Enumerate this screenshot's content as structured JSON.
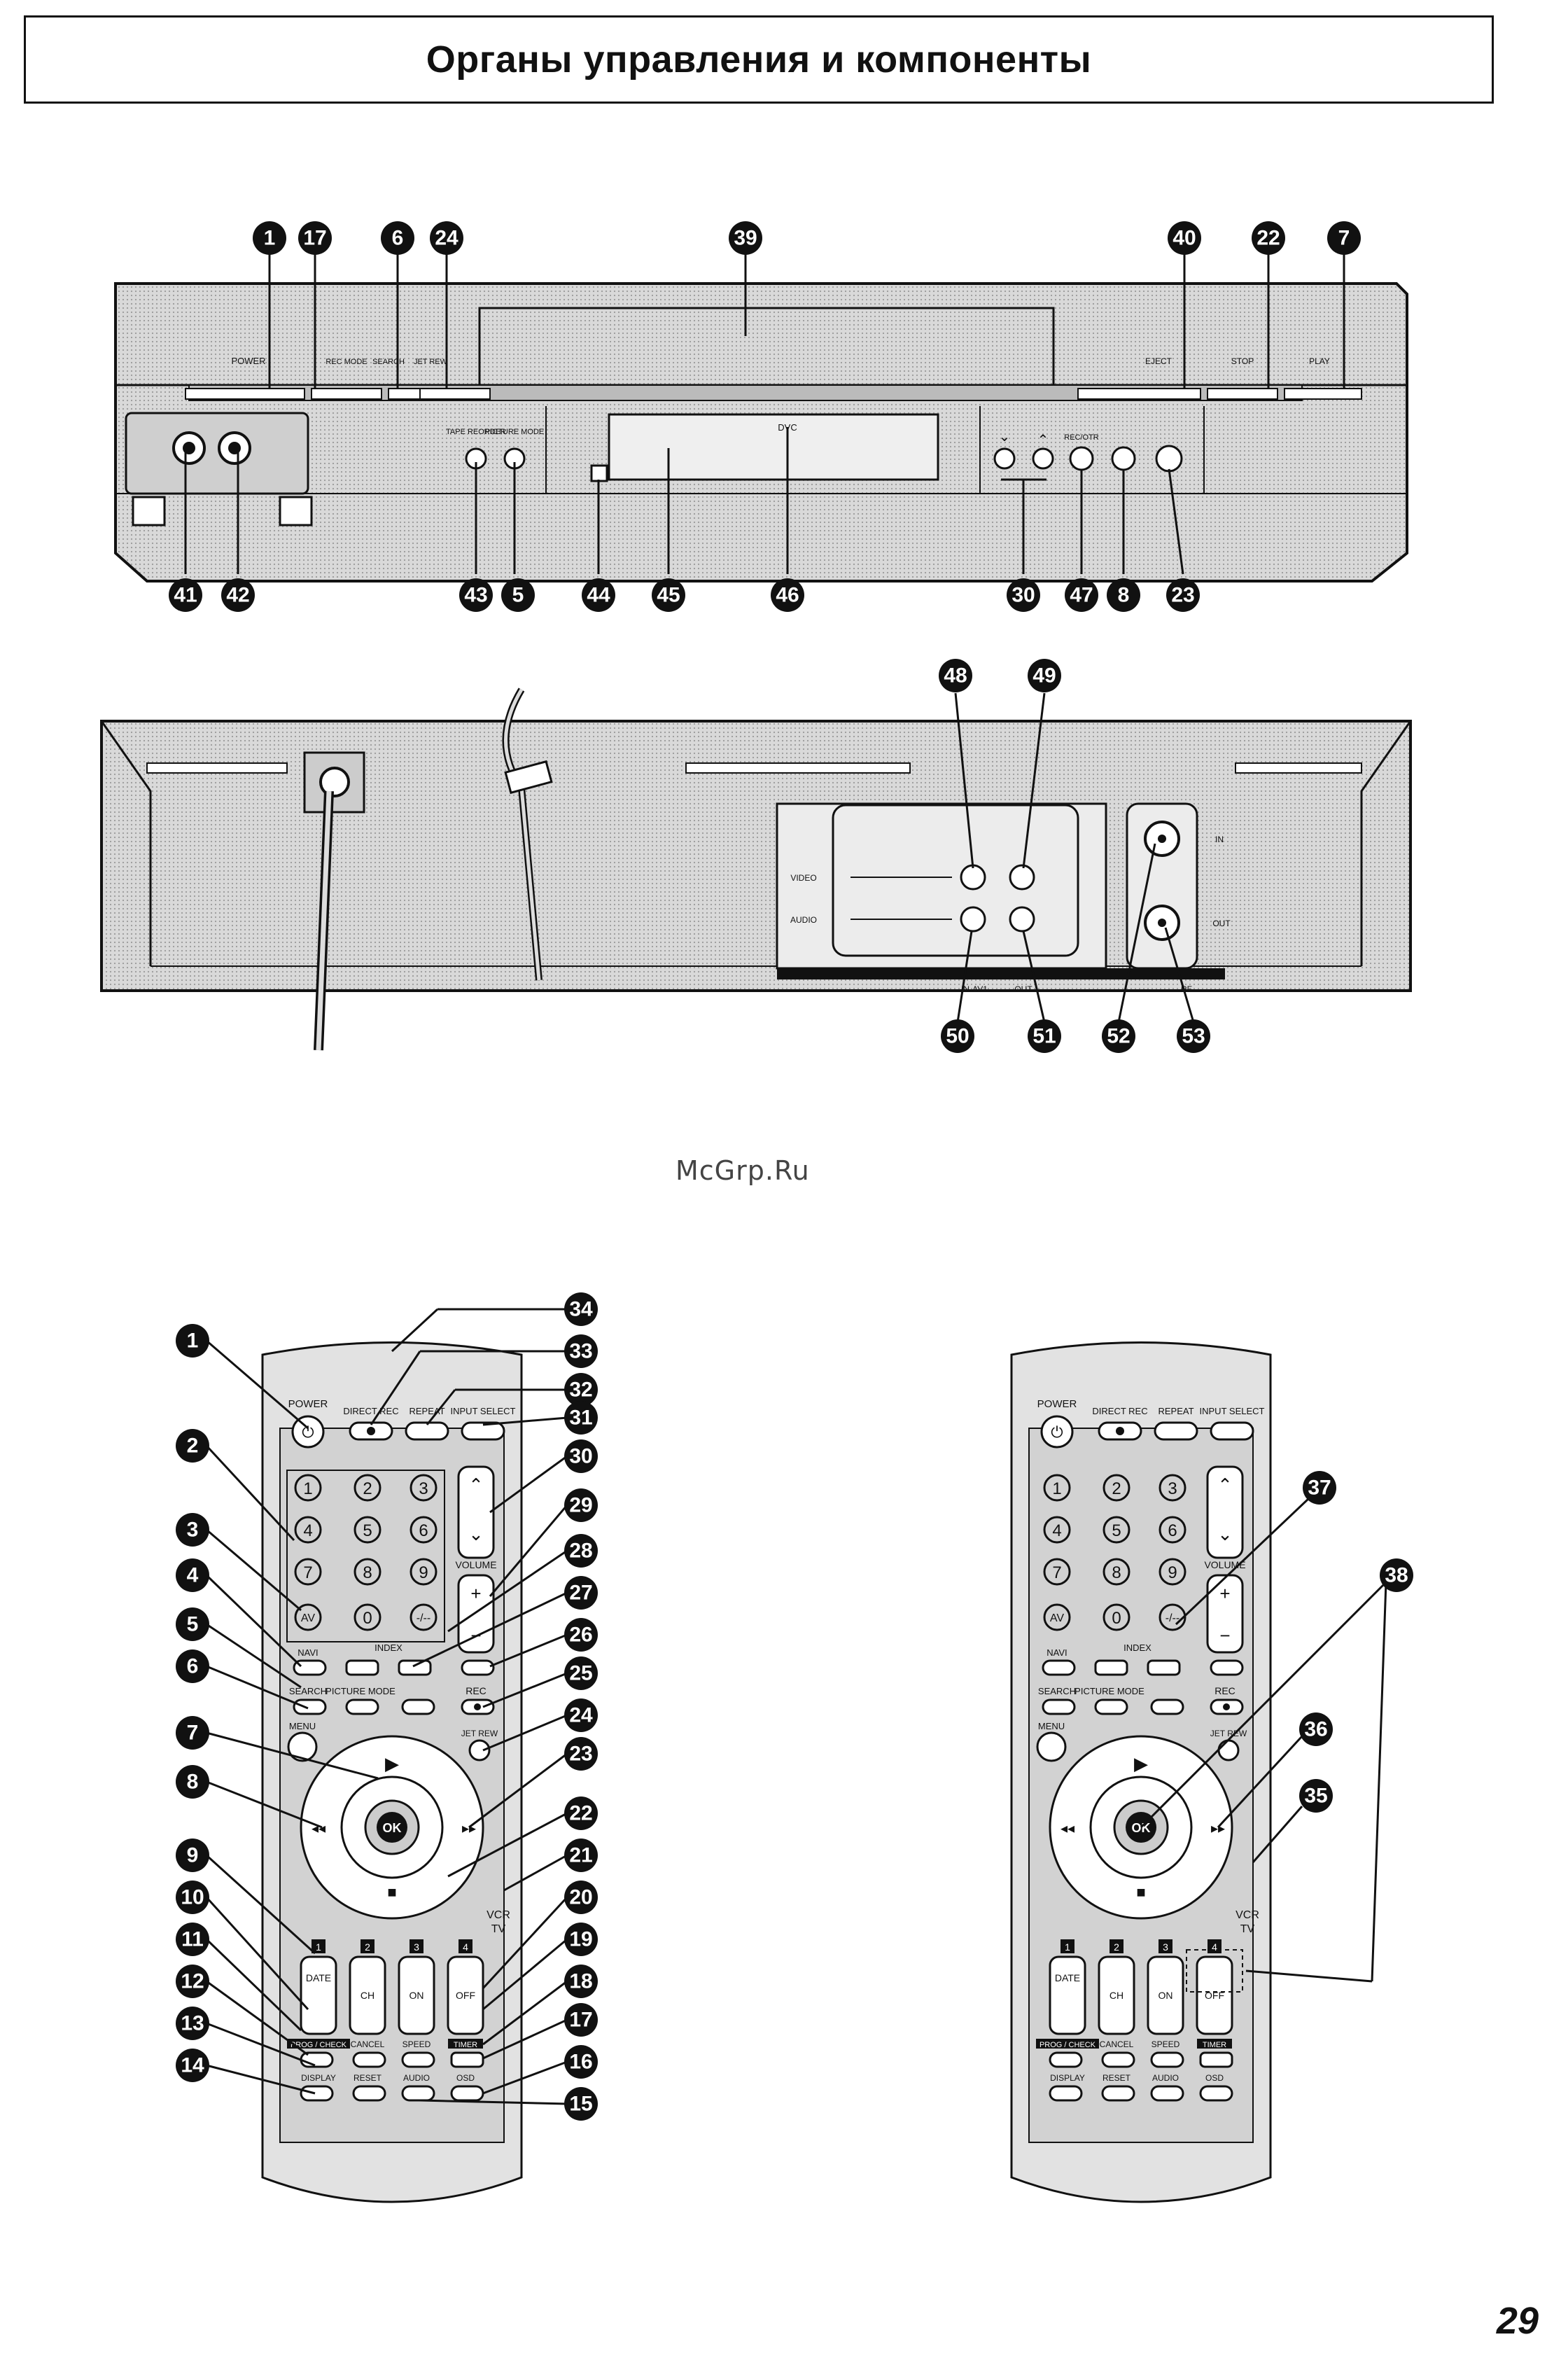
{
  "title": "Органы управления и компоненты",
  "watermark": "McGrp.Ru",
  "page_number": "29",
  "front_panel": {
    "labels": {
      "power": "POWER",
      "rec_mode": "REC MODE",
      "search": "SEARCH",
      "jet_rew": "JET REW",
      "eject": "EJECT",
      "stop": "STOP",
      "play": "PLAY",
      "tape_reorder": "TAPE REORDER",
      "picture_mode": "PICTURE MODE",
      "dvc": "DVC",
      "rec_otr": "REC/OTR"
    },
    "callouts_top": [
      "1",
      "17",
      "6",
      "24",
      "39",
      "40",
      "22",
      "7"
    ],
    "callouts_bottom": [
      "41",
      "42",
      "43",
      "5",
      "44",
      "45",
      "46",
      "30",
      "47",
      "8",
      "23"
    ]
  },
  "rear_panel": {
    "labels": {
      "video": "VIDEO",
      "audio": "AUDIO",
      "in_av1": "IN-AV1",
      "out": "OUT",
      "rf_in": "IN",
      "rf_out": "OUT",
      "rf": "RF"
    },
    "callouts_top": [
      "48",
      "49"
    ],
    "callouts_bottom": [
      "50",
      "51",
      "52",
      "53"
    ]
  },
  "remote": {
    "labels": {
      "power": "POWER",
      "direct_rec": "DIRECT REC",
      "repeat": "REPEAT",
      "input_select": "INPUT SELECT",
      "keys": [
        "1",
        "2",
        "3",
        "4",
        "5",
        "6",
        "7",
        "8",
        "9",
        "AV",
        "0",
        "-/--"
      ],
      "volume": "VOLUME",
      "navi": "NAVI",
      "index": "INDEX",
      "search": "SEARCH",
      "picture_mode": "PICTURE MODE",
      "rec": "REC",
      "menu": "MENU",
      "jet_rew": "JET REW",
      "ok": "OK",
      "vcr": "VCR",
      "tv": "TV",
      "date": "DATE",
      "ch": "CH",
      "on": "ON",
      "off": "OFF",
      "num_boxes": [
        "1",
        "2",
        "3",
        "4"
      ],
      "prog_check": "PROG / CHECK",
      "cancel": "CANCEL",
      "speed": "SPEED",
      "timer": "TIMER",
      "display": "DISPLAY",
      "reset": "RESET",
      "audio": "AUDIO",
      "osd": "OSD"
    },
    "callouts_left": [
      "1",
      "2",
      "3",
      "4",
      "5",
      "6",
      "7",
      "8",
      "9",
      "10",
      "11",
      "12",
      "13",
      "14"
    ],
    "callouts_right": [
      "34",
      "33",
      "32",
      "31",
      "30",
      "29",
      "28",
      "27",
      "26",
      "25",
      "24",
      "23",
      "22",
      "21",
      "20",
      "19",
      "18",
      "17",
      "16",
      "15"
    ],
    "callouts_second": [
      "37",
      "38",
      "36",
      "35"
    ]
  }
}
